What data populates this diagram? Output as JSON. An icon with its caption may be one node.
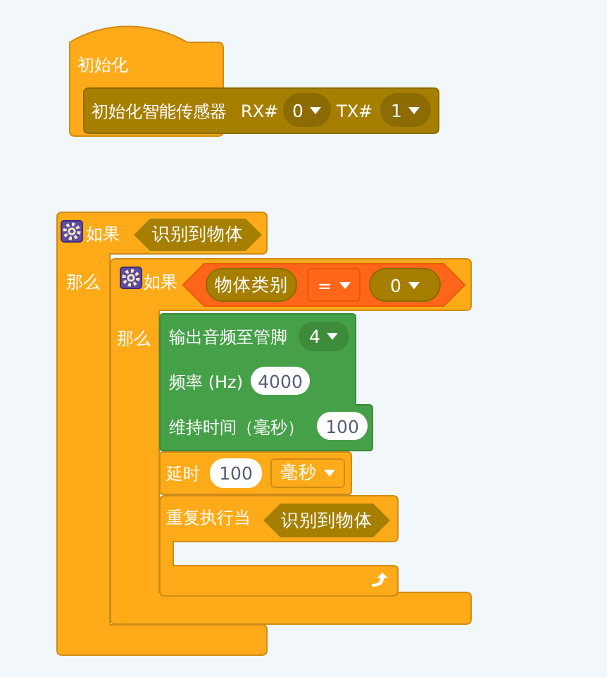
{
  "diagram": {
    "nodes": [
      {
        "text": [
          "初始化"
        ]
      },
      {
        "text": [
          "初始化智能传感器",
          "RX#",
          "TX#"
        ]
      },
      {
        "text": [
          "0"
        ],
        "in": 1
      },
      {
        "text": [
          "1"
        ],
        "in": 1
      },
      {
        "text": [
          "如果",
          "那么"
        ]
      },
      {
        "text": [
          "识别到物体"
        ],
        "in": 4
      },
      {
        "text": [
          "如果",
          "那么"
        ]
      },
      {
        "text": [],
        "shape": "hexagon",
        "in": 6
      },
      {
        "text": [
          "物体类别"
        ],
        "in": 7
      },
      {
        "text": [
          "="
        ],
        "in": 7
      },
      {
        "text": [
          "0"
        ],
        "in": 7
      },
      {
        "text": [
          "输出音频至管脚",
          "频率 (Hz)",
          "维持时间（毫秒）"
        ],
        "in": 6
      },
      {
        "text": [
          "4"
        ],
        "in": 11
      },
      {
        "text": [
          "4000"
        ],
        "in": 11
      },
      {
        "text": [
          "100"
        ],
        "in": 11
      },
      {
        "text": [
          "延时"
        ],
        "in": 6
      },
      {
        "text": [
          "100"
        ],
        "in": 15
      },
      {
        "text": [
          "毫秒"
        ],
        "in": 15
      },
      {
        "text": [
          "重复执行当"
        ],
        "in": 6
      },
      {
        "text": [
          "识别到物体"
        ],
        "in": 18
      }
    ]
  }
}
